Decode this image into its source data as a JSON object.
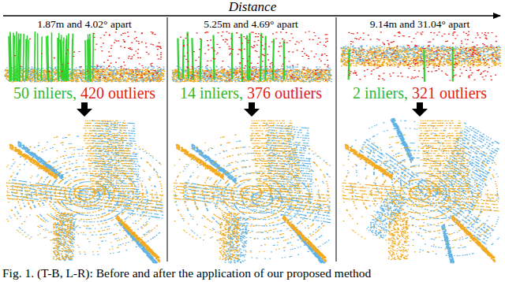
{
  "diagram": {
    "caption": "Fig. 1. (T-B, L-R): Before and after the application of our proposed method",
    "labels": [
      "Distance",
      "1.87m and 4.02° apart",
      "5.25m and 4.69° apart",
      "9.14m and 31.04° apart",
      "50 inliers,",
      "420 outliers",
      "14 inliers,",
      "376 outliers",
      "2 inliers,",
      "321 outliers"
    ]
  }
}
